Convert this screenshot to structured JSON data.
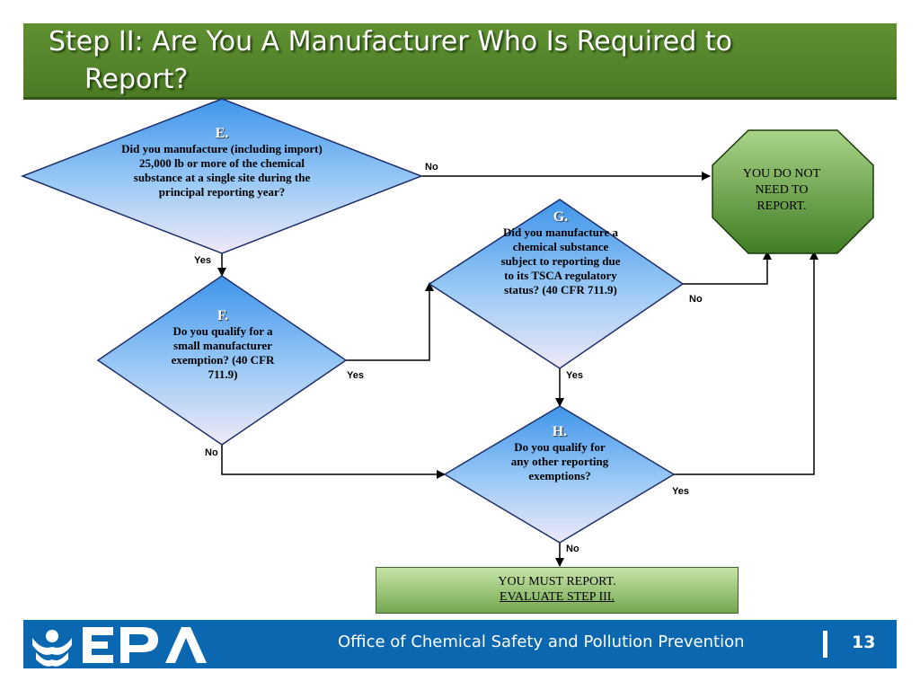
{
  "slide": {
    "title_line1": "Step II:  Are You A Manufacturer Who Is Required to",
    "title_line2": "Report?"
  },
  "nodes": {
    "E": {
      "letter": "E.",
      "text": "Did you manufacture (including import) 25,000 lb or more of the chemical substance at a single site during the principal reporting year?"
    },
    "F": {
      "letter": "F.",
      "text": "Do you qualify for a small manufacturer exemption? (40 CFR 711.9)"
    },
    "G": {
      "letter": "G.",
      "text": "Did you manufacture a chemical  substance subject to reporting due to its TSCA regulatory status? (40 CFR 711.9)"
    },
    "H": {
      "letter": "H.",
      "text": "Do you qualify for any other reporting exemptions?"
    },
    "no_report": {
      "text": "YOU DO NOT NEED TO REPORT."
    },
    "must_report": {
      "line1": "YOU MUST REPORT.",
      "line2": "EVALUATE STEP III."
    }
  },
  "edges": {
    "e_no": "No",
    "e_yes": "Yes",
    "f_yes": "Yes",
    "f_no": "No",
    "g_no": "No",
    "g_yes": "Yes",
    "h_yes": "Yes",
    "h_no": "No"
  },
  "footer": {
    "logo_text": "EPA",
    "office": "Office of Chemical Safety and Pollution Prevention",
    "page_number": "13"
  },
  "colors": {
    "header_green": "#4b7a24",
    "diamond_blue": "#5aa8f0",
    "stop_green": "#4f8a2c",
    "footer_blue": "#0a67b0"
  }
}
